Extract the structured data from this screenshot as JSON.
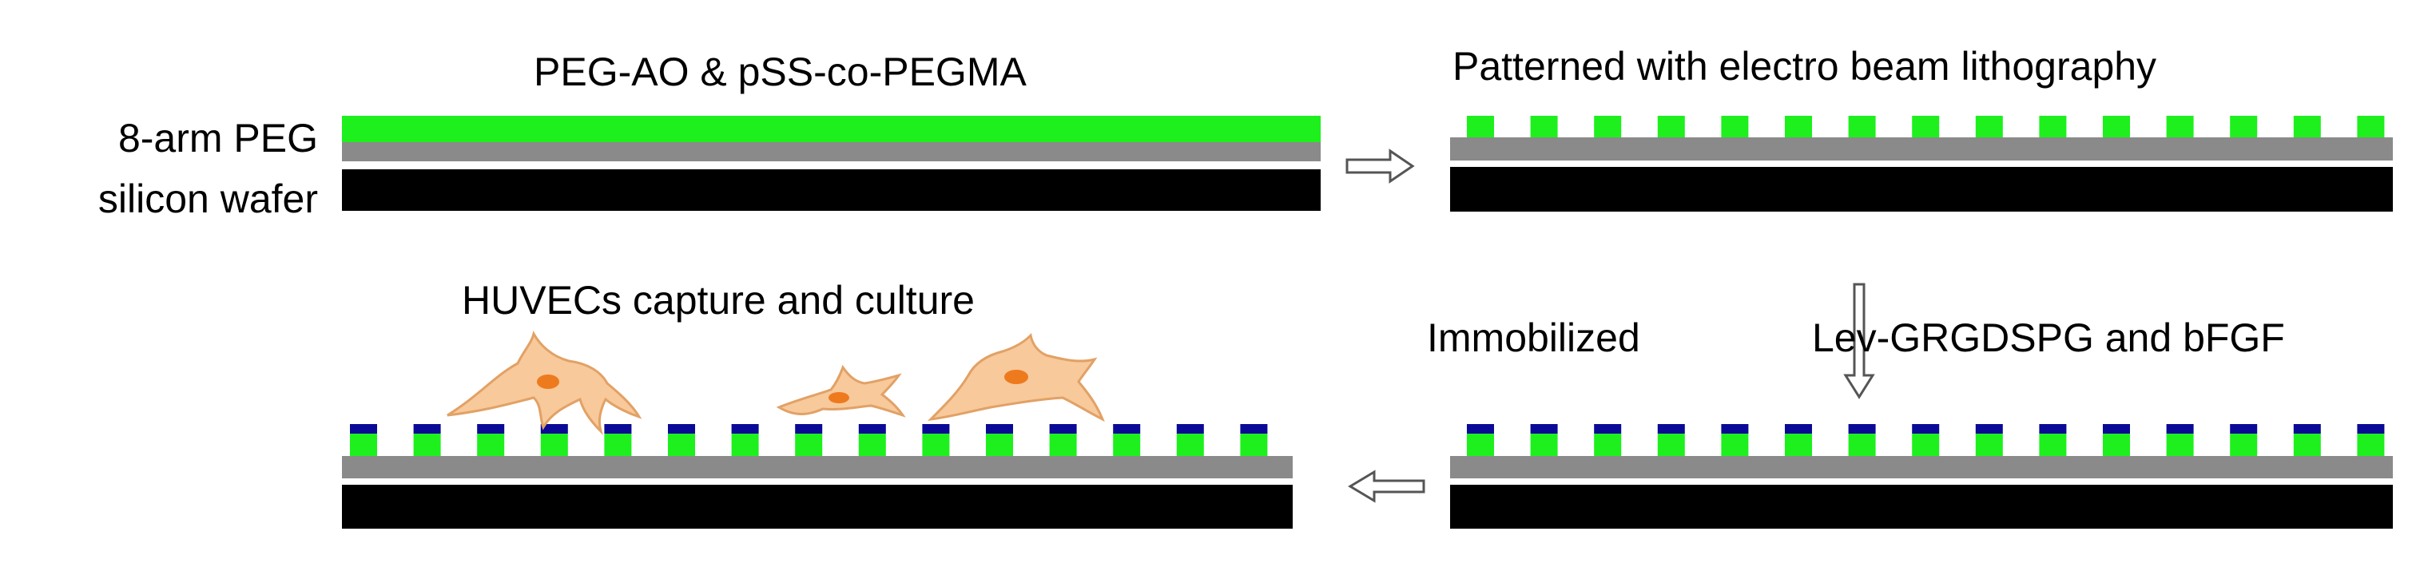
{
  "labels": {
    "top_coating": "PEG-AO & pSS-co-PEGMA",
    "layer_peg": "8-arm PEG",
    "layer_wafer": "silicon wafer",
    "step_pattern": "Patterned with electro beam lithography",
    "step_immobilized": "Immobilized",
    "step_peptide": "Lev-GRGDSPG and bFGF",
    "step_cells": "HUVECs capture and culture"
  },
  "colors": {
    "coating_green": "#1df01d",
    "peg_gray": "#8a8a8a",
    "wafer_black": "#000000",
    "biomolecule_blue": "#0a0a96",
    "cell_fill": "#f7c99b",
    "cell_outline": "#e2a165",
    "nucleus": "#ee7a1e"
  },
  "icons": {
    "arrow_right": "hollow-arrow-right-icon",
    "arrow_down": "hollow-arrow-down-icon",
    "arrow_left": "hollow-arrow-left-icon",
    "cell": "endothelial-cell-icon"
  }
}
